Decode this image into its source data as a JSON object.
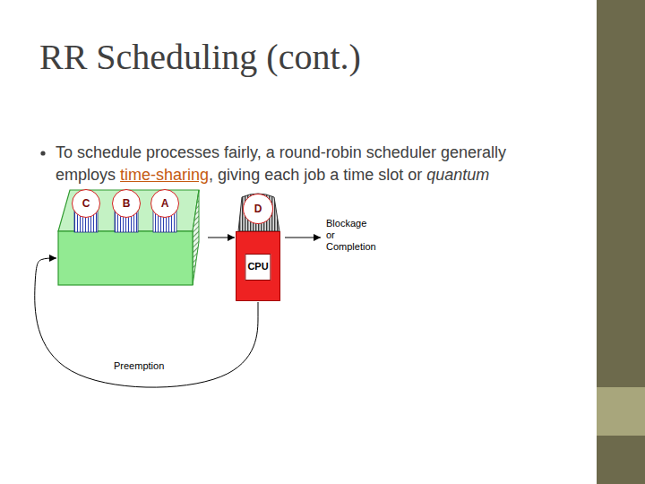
{
  "diagram": {
    "title": "RR Scheduling (cont.)",
    "nodes": [
      {
        "text": []
      },
      {
        "text": [
          "C"
        ],
        "in": 0
      },
      {
        "text": [
          "B"
        ],
        "in": 0
      },
      {
        "text": [
          "A"
        ],
        "in": 0
      },
      {
        "text": [
          "D"
        ]
      },
      {
        "text": [
          "CPU"
        ]
      }
    ],
    "edges": [
      {
        "from": 0,
        "to": 5,
        "arrow": "to"
      },
      {
        "from": 5,
        "to": 0,
        "label": "Preemption",
        "arrow": "to"
      }
    ],
    "labels": [
      "To schedule processes fairly, a round-robin scheduler generally employs",
      "time-sharing",
      ", giving each job a time slot or",
      "quantum",
      "Blockage or Completion"
    ]
  }
}
